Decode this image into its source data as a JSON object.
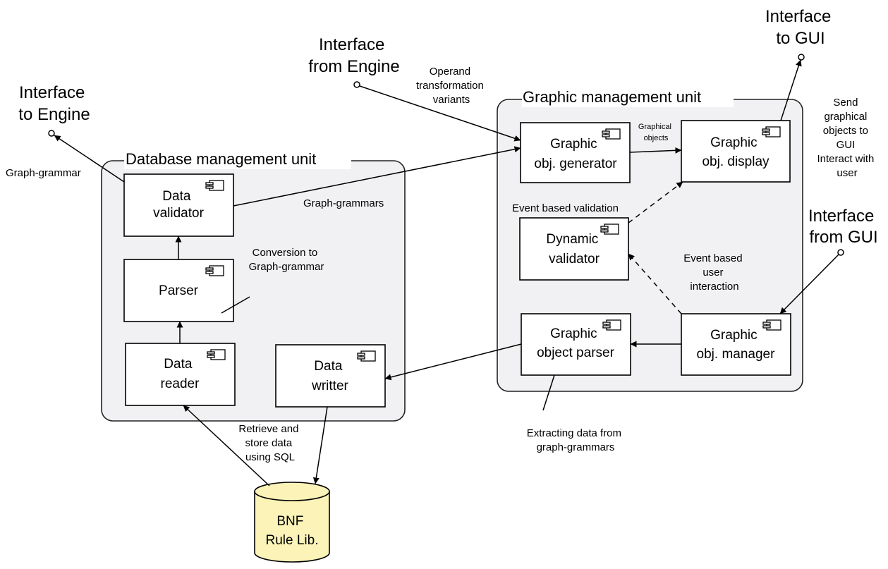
{
  "units": {
    "database": "Database management unit",
    "graphic": "Graphic management unit"
  },
  "components": {
    "data_validator": [
      "Data",
      "validator"
    ],
    "parser": [
      "Parser"
    ],
    "data_reader": [
      "Data",
      "reader"
    ],
    "data_writer": [
      "Data",
      "writter"
    ],
    "graphic_obj_generator": [
      "Graphic",
      "obj. generator"
    ],
    "graphic_obj_display": [
      "Graphic",
      "obj. display"
    ],
    "dynamic_validator": [
      "Dynamic",
      "validator"
    ],
    "graphic_object_parser": [
      "Graphic",
      "object parser"
    ],
    "graphic_obj_manager": [
      "Graphic",
      "obj. manager"
    ]
  },
  "database": [
    "BNF",
    "Rule Lib."
  ],
  "interfaces": {
    "to_engine": [
      "Interface",
      "to Engine"
    ],
    "from_engine": [
      "Interface",
      "from Engine"
    ],
    "to_gui": [
      "Interface",
      "to GUI"
    ],
    "from_gui": [
      "Interface",
      "from GUI"
    ]
  },
  "notes": {
    "graph_grammar": "Graph-grammar",
    "operand": [
      "Operand",
      "transformation",
      "variants"
    ],
    "send_graphical": [
      "Send",
      "graphical",
      "objects to",
      "GUI",
      "Interact with",
      "user"
    ],
    "graphical_objects": [
      "Graphical",
      "objects"
    ],
    "graph_grammars": "Graph-grammars",
    "event_validation": "Event based validation",
    "conversion": [
      "Conversion to",
      "Graph-grammar"
    ],
    "event_interaction": [
      "Event based",
      "user",
      "interaction"
    ],
    "retrieve_store": [
      "Retrieve and",
      "store data",
      "using SQL"
    ],
    "extracting": [
      "Extracting data from",
      "graph-grammars"
    ]
  },
  "icons": {
    "component": "component-icon",
    "port": "interface-port-icon",
    "database": "database-cylinder-icon"
  }
}
